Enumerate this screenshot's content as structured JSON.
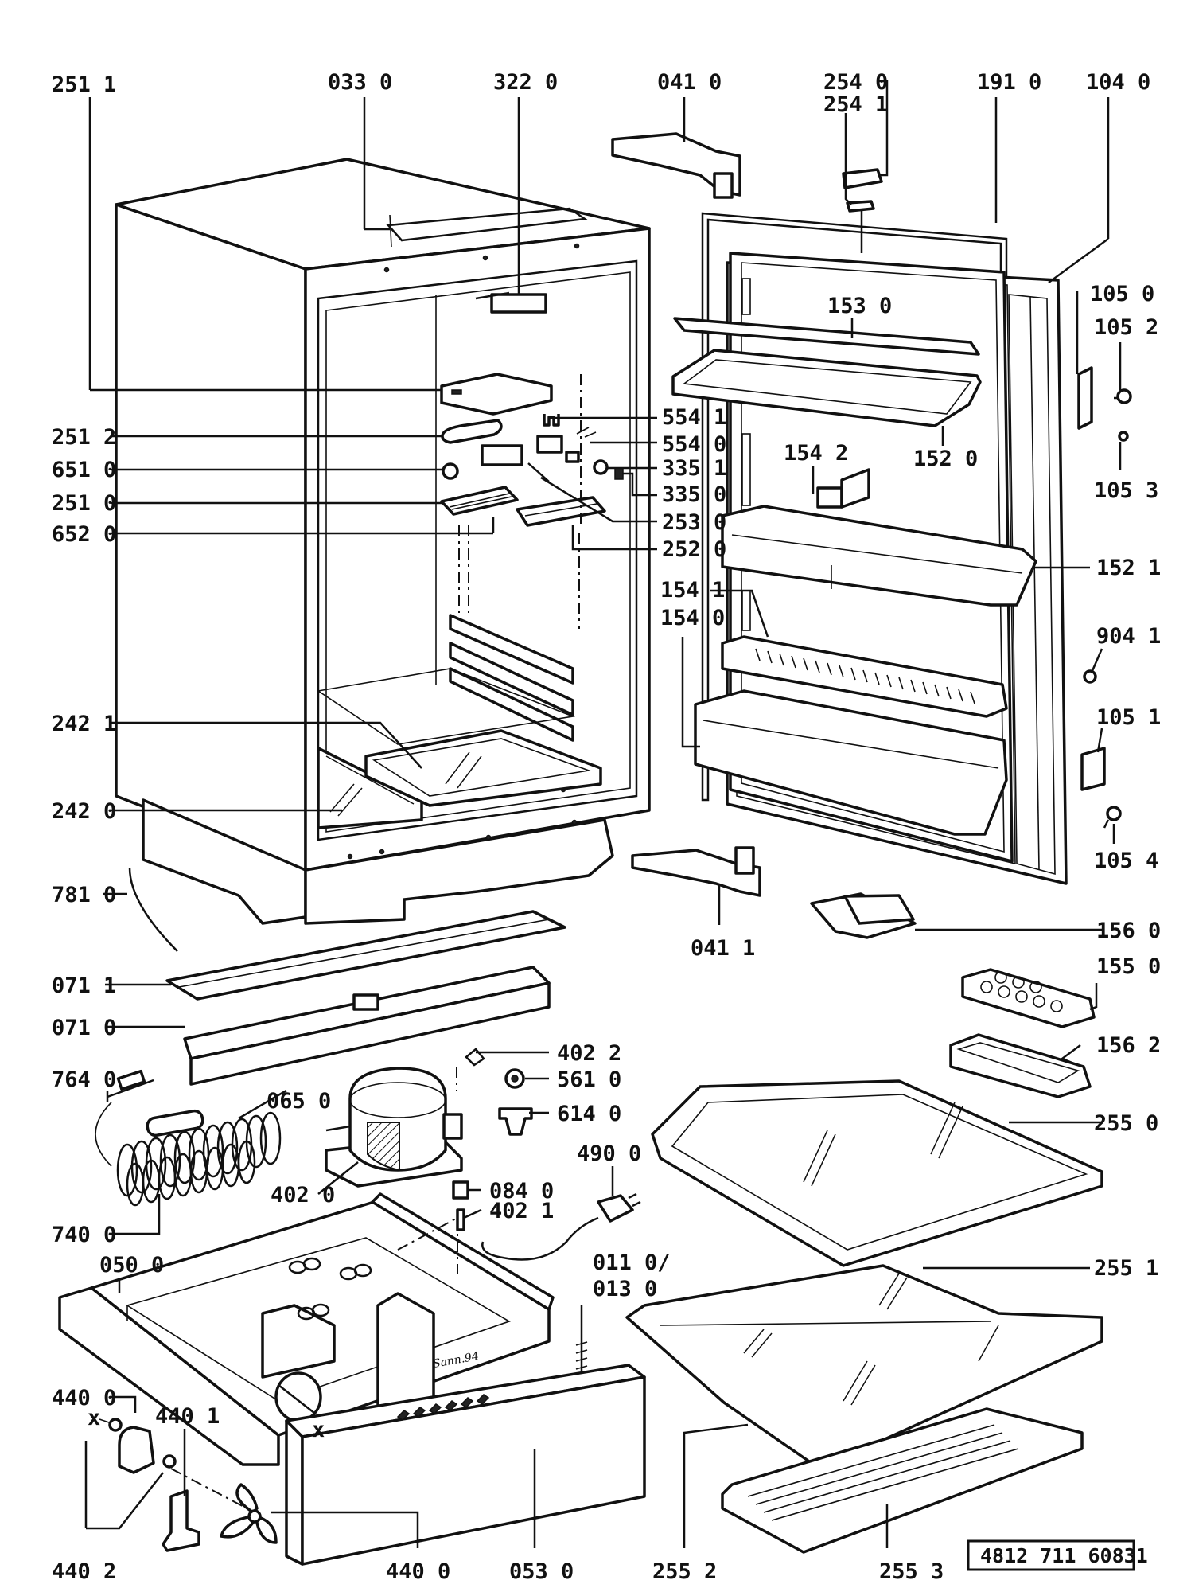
{
  "labels": {
    "l_2511_top": "251 1",
    "l_0330": "033 0",
    "l_3220": "322 0",
    "l_0410": "041 0",
    "l_2540": "254 0",
    "l_2541": "254 1",
    "l_1910": "191 0",
    "l_1040": "104 0",
    "l_1050": "105 0",
    "l_1052": "105 2",
    "l_1530": "153 0",
    "l_5541": "554 1",
    "l_5540": "554 0",
    "l_3351": "335 1",
    "l_3350": "335 0",
    "l_2530": "253 0",
    "l_2520": "252 0",
    "l_2512": "251 2",
    "l_6510": "651 0",
    "l_2510": "251 0",
    "l_6520": "652 0",
    "l_1542": "154 2",
    "l_1520": "152 0",
    "l_1053": "105 3",
    "l_1521": "152 1",
    "l_1541": "154 1",
    "l_1540": "154 0",
    "l_9041": "904 1",
    "l_1051": "105 1",
    "l_2421": "242 1",
    "l_2420": "242 0",
    "l_1054": "105 4",
    "l_7810": "781 0",
    "l_0411": "041 1",
    "l_1560": "156 0",
    "l_1550": "155 0",
    "l_0711": "071 1",
    "l_0710": "071 0",
    "l_1562": "156 2",
    "l_4022": "402 2",
    "l_7640": "764 0",
    "l_5610": "561 0",
    "l_0650": "065 0",
    "l_6140": "614 0",
    "l_2550": "255 0",
    "l_0840": "084 0",
    "l_4900": "490 0",
    "l_4020": "402 0",
    "l_4021": "402 1",
    "l_7400": "740 0",
    "l_0500": "050 0",
    "l_0110": "011 0/",
    "l_0130": "013 0",
    "l_2551": "255 1",
    "l_4400_a": "440 0",
    "l_4401": "440 1",
    "l_4402": "440 2",
    "l_4400_b": "440 0",
    "l_0530": "053 0",
    "l_2552": "255 2",
    "l_2553": "255 3",
    "x_mark_a": "x",
    "x_mark_b": "x"
  },
  "signature": "Sann.94",
  "drawing_code": "4812 711 60831"
}
